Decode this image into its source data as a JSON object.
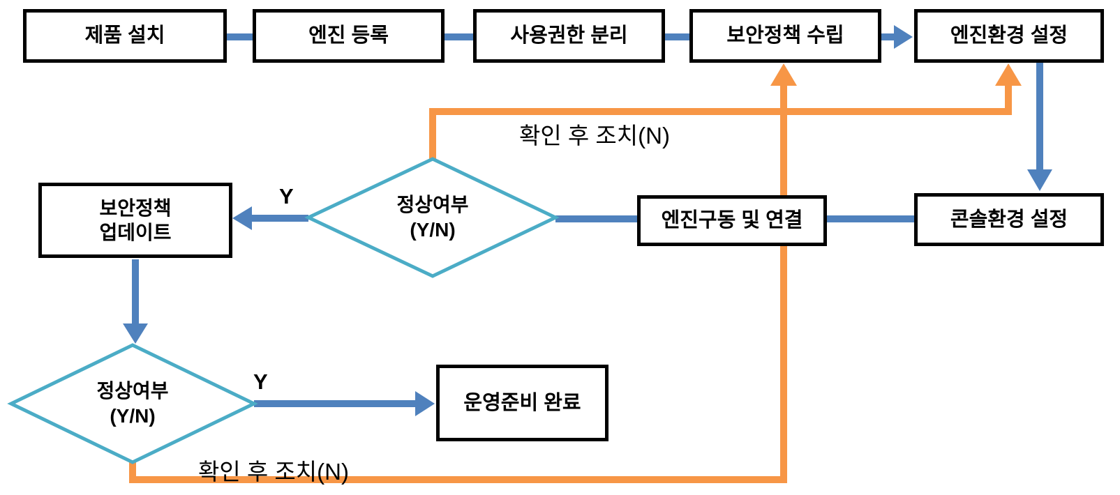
{
  "colors": {
    "flow": "#4F81BD",
    "loop": "#F79646",
    "decision": "#4BACC6"
  },
  "nodes": {
    "install": "제품 설치",
    "register": "엔진 등록",
    "permission": "사용권한 분리",
    "policy": "보안정책 수립",
    "engine_env": "엔진환경 설정",
    "console_env": "콘솔환경 설정",
    "engine_run": "엔진구동 및 연결",
    "policy_update": [
      "보안정책",
      "업데이트"
    ],
    "ready": "운영준비 완료"
  },
  "decisions": {
    "check1": [
      "정상여부",
      "(Y/N)"
    ],
    "check2": [
      "정상여부",
      "(Y/N)"
    ]
  },
  "edge_labels": {
    "yes1": "Y",
    "yes2": "Y",
    "loop_top": "확인 후 조치(N)",
    "loop_bottom": "확인 후 조치(N)"
  }
}
